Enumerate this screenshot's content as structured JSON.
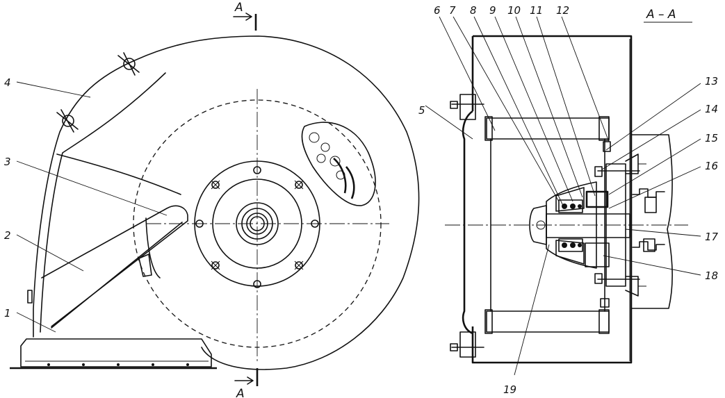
{
  "section_marks": {
    "top": "A",
    "bottom": "A",
    "title": "A – A"
  },
  "labels": {
    "l1": "1",
    "l2": "2",
    "l3": "3",
    "l4": "4",
    "l5": "5",
    "l6": "6",
    "l7": "7",
    "l8": "8",
    "l9": "9",
    "l10": "10",
    "l11": "11",
    "l12": "12",
    "l13": "13",
    "l14": "14",
    "l15": "15",
    "l16": "16",
    "l17": "17",
    "l18": "18",
    "l19": "19"
  },
  "colors": {
    "ink": "#111111",
    "paper": "#ffffff"
  }
}
